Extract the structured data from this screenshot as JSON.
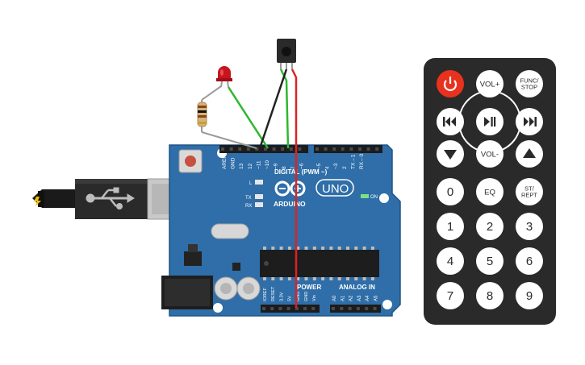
{
  "colors": {
    "board": "#2f6ea8",
    "board_edge": "#1f5487",
    "remote_body": "#2a2a2a",
    "remote_button": "#ffffff",
    "power_button": "#e8321e",
    "wire_green": "#2db82d",
    "wire_black": "#222222",
    "wire_red": "#dd2222",
    "led": "#c8141e"
  },
  "arduino": {
    "brand": "ARDUINO",
    "model": "UNO",
    "digital_header": "DIGITAL (PWM ~)",
    "power_header": "POWER",
    "analog_header": "ANALOG IN",
    "on_label": "ON",
    "led_labels": [
      "L",
      "TX",
      "RX"
    ],
    "digital_pins": [
      "AREF",
      "GND",
      "13",
      "12",
      "~11",
      "~10",
      "~9",
      "8",
      "7",
      "~6",
      "~5",
      "4",
      "~3",
      "2",
      "TX→1",
      "RX←0"
    ],
    "power_pins": [
      "IOREF",
      "RESET",
      "3.3V",
      "5V",
      "GND",
      "GND",
      "Vin"
    ],
    "analog_pins": [
      "A0",
      "A1",
      "A2",
      "A3",
      "A4",
      "A5"
    ]
  },
  "remote": {
    "buttons": [
      {
        "label": "",
        "icon": "power-icon",
        "name": "power"
      },
      {
        "label": "VOL+",
        "icon": "",
        "name": "vol-up"
      },
      {
        "label": "FUNC/ STOP",
        "icon": "",
        "name": "func-stop"
      },
      {
        "label": "",
        "icon": "skip-back-icon",
        "name": "prev"
      },
      {
        "label": "",
        "icon": "play-pause-icon",
        "name": "play-pause"
      },
      {
        "label": "",
        "icon": "skip-forward-icon",
        "name": "next"
      },
      {
        "label": "",
        "icon": "arrow-down-icon",
        "name": "down"
      },
      {
        "label": "VOL-",
        "icon": "",
        "name": "vol-down"
      },
      {
        "label": "",
        "icon": "arrow-up-icon",
        "name": "up"
      },
      {
        "label": "0",
        "icon": "",
        "name": "0"
      },
      {
        "label": "EQ",
        "icon": "",
        "name": "eq"
      },
      {
        "label": "ST/ REPT",
        "icon": "",
        "name": "st-rept"
      },
      {
        "label": "1",
        "icon": "",
        "name": "1"
      },
      {
        "label": "2",
        "icon": "",
        "name": "2"
      },
      {
        "label": "3",
        "icon": "",
        "name": "3"
      },
      {
        "label": "4",
        "icon": "",
        "name": "4"
      },
      {
        "label": "5",
        "icon": "",
        "name": "5"
      },
      {
        "label": "6",
        "icon": "",
        "name": "6"
      },
      {
        "label": "7",
        "icon": "",
        "name": "7"
      },
      {
        "label": "8",
        "icon": "",
        "name": "8"
      },
      {
        "label": "9",
        "icon": "",
        "name": "9"
      }
    ]
  }
}
